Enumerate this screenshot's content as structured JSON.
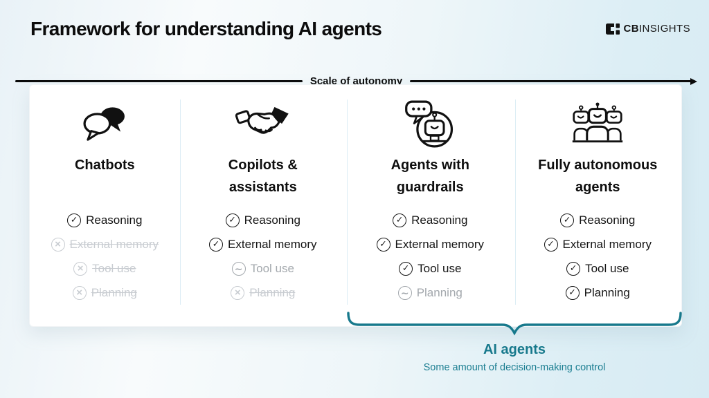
{
  "header": {
    "title": "Framework for understanding AI agents",
    "logo_cb": "CB",
    "logo_insights": "INSIGHTS"
  },
  "scale_label": "Scale of autonomy",
  "status_icons": {
    "yes": "circled-check",
    "no": "circled-x",
    "partial": "circled-tilde"
  },
  "columns": [
    {
      "title": "Chatbots",
      "icon": "chat-bubbles-icon",
      "items": [
        {
          "label": "Reasoning",
          "status": "yes"
        },
        {
          "label": "External memory",
          "status": "no"
        },
        {
          "label": "Tool use",
          "status": "no"
        },
        {
          "label": "Planning",
          "status": "no"
        }
      ]
    },
    {
      "title": "Copilots & assistants",
      "icon": "handshake-icon",
      "items": [
        {
          "label": "Reasoning",
          "status": "yes"
        },
        {
          "label": "External memory",
          "status": "yes"
        },
        {
          "label": "Tool use",
          "status": "partial"
        },
        {
          "label": "Planning",
          "status": "no"
        }
      ]
    },
    {
      "title": "Agents with guardrails",
      "icon": "robot-chat-icon",
      "items": [
        {
          "label": "Reasoning",
          "status": "yes"
        },
        {
          "label": "External memory",
          "status": "yes"
        },
        {
          "label": "Tool use",
          "status": "yes"
        },
        {
          "label": "Planning",
          "status": "partial"
        }
      ]
    },
    {
      "title": "Fully autonomous agents",
      "icon": "robot-group-icon",
      "items": [
        {
          "label": "Reasoning",
          "status": "yes"
        },
        {
          "label": "External memory",
          "status": "yes"
        },
        {
          "label": "Tool use",
          "status": "yes"
        },
        {
          "label": "Planning",
          "status": "yes"
        }
      ]
    }
  ],
  "annotation": {
    "title": "AI agents",
    "subtitle": "Some amount of decision-making control"
  },
  "colors": {
    "accent_teal": "#17798C",
    "text_black": "#111111",
    "status_no_gray": "#C8CCD1",
    "status_partial_gray": "#A3A8AD",
    "divider_blue": "#DCEDF5"
  }
}
